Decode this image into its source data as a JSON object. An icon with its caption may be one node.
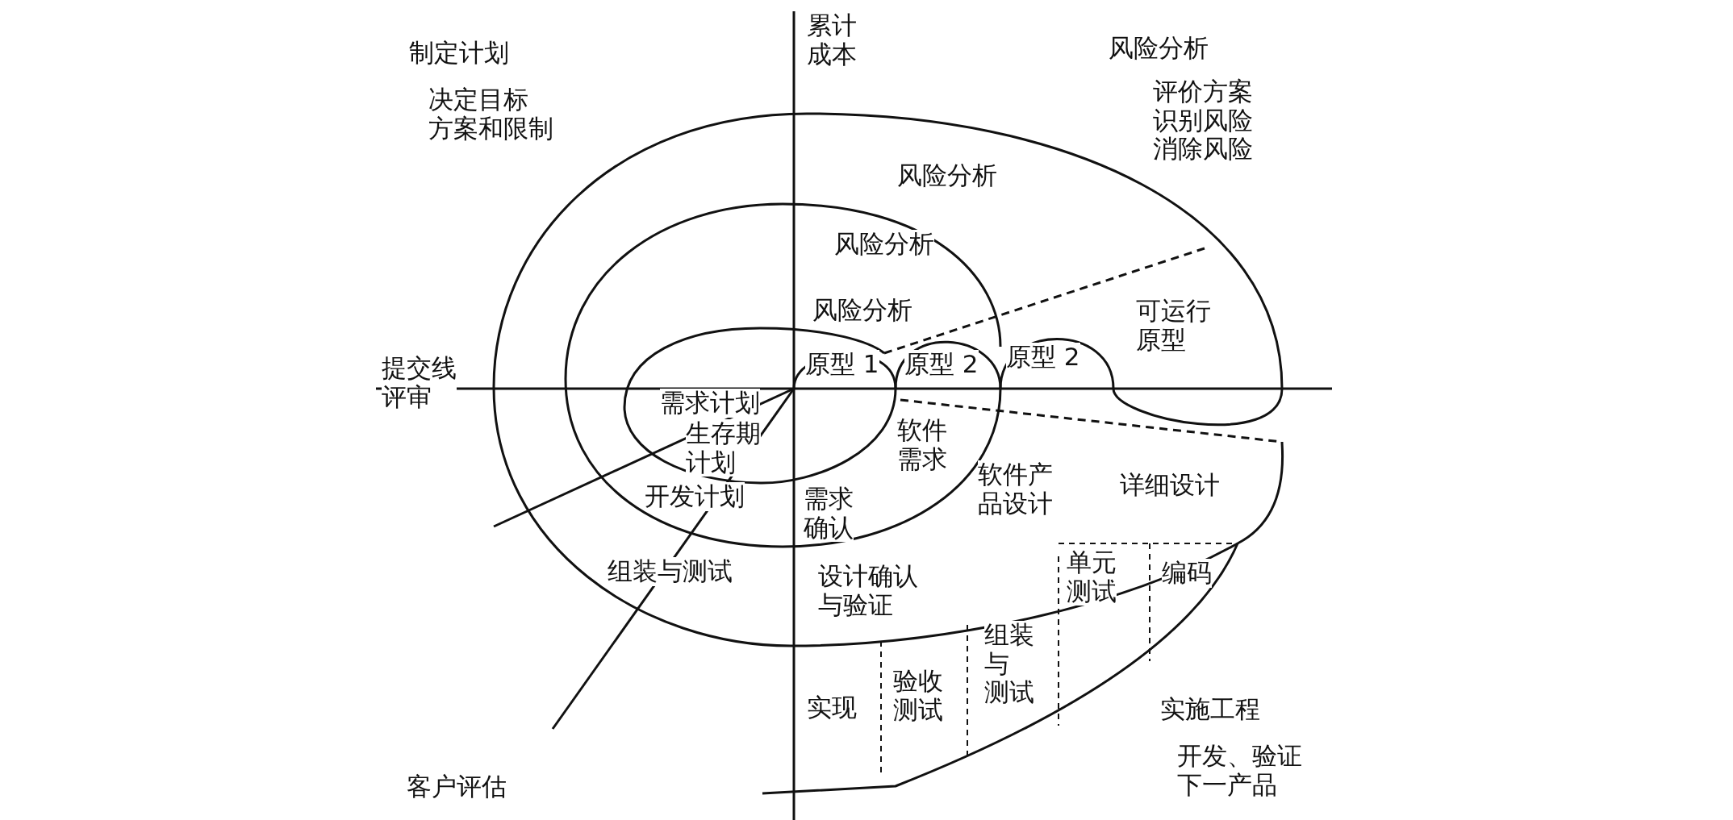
{
  "diagram": {
    "labels": [
      "制定计划",
      "决定目标方案和限制",
      "累计成本",
      "风险分析",
      "评价方案识别风险消除风险",
      "风险分析",
      "风险分析",
      "风险分析",
      "可运行原型",
      "提交线评审",
      "原型 1",
      "原型 2",
      "原型 2",
      "需求计划",
      "生存期计划",
      "软件需求",
      "软件产品设计",
      "详细设计",
      "开发计划",
      "需求确认",
      "组装与测试",
      "设计确认与验证",
      "单元测试",
      "编码",
      "组装与测试",
      "实现",
      "验收测试",
      "实施工程",
      "开发、验证下一产品",
      "客户评估"
    ]
  }
}
